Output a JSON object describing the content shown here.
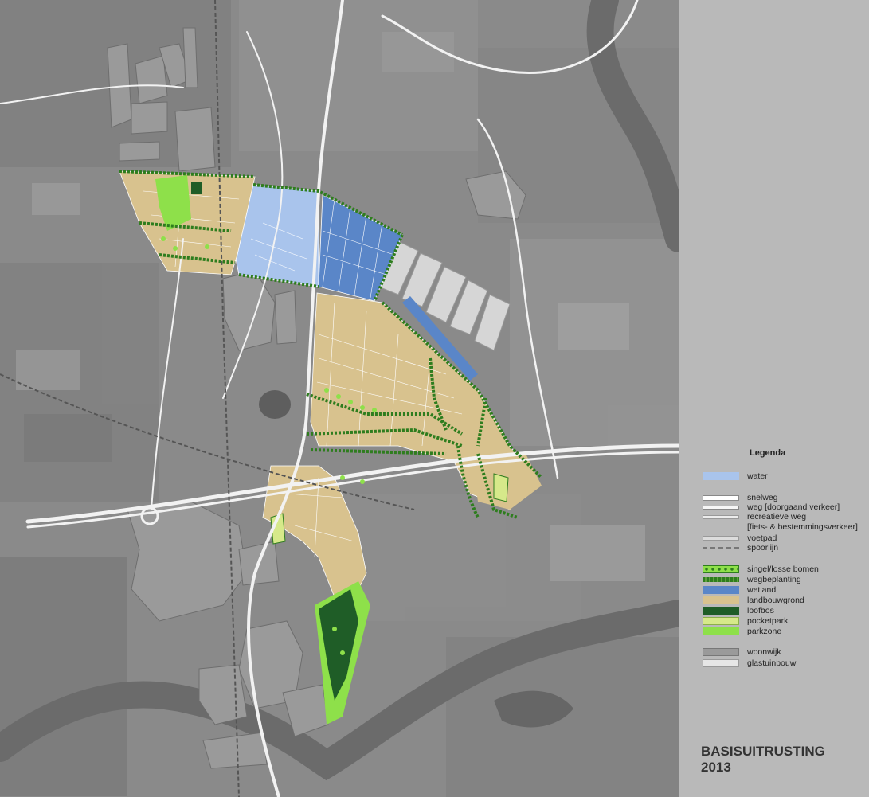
{
  "legend": {
    "title": "Legenda",
    "items": [
      {
        "key": "water",
        "label": "water",
        "color": "#a9c4ec"
      },
      {
        "key": "snelweg",
        "label": "snelweg",
        "color": "#ffffff"
      },
      {
        "key": "weg",
        "label": "weg [doorgaand verkeer]",
        "color": "#ffffff"
      },
      {
        "key": "recreatieve",
        "label": "recreatieve weg",
        "color": "#ececec"
      },
      {
        "key": "fiets",
        "label": "[fiets- & bestemmingsverkeer]"
      },
      {
        "key": "voetpad",
        "label": "voetpad",
        "color": "#dcdcdc"
      },
      {
        "key": "spoorlijn",
        "label": "spoorlijn",
        "color": "#777777"
      },
      {
        "key": "singel",
        "label": "singel/losse bomen",
        "color": "#8ee04a"
      },
      {
        "key": "wegbeplanting",
        "label": "wegbeplanting",
        "color": "#2e7d1e"
      },
      {
        "key": "wetland",
        "label": "wetland",
        "color": "#5a86c8"
      },
      {
        "key": "landbouwgrond",
        "label": "landbouwgrond",
        "color": "#d8c28e"
      },
      {
        "key": "loofbos",
        "label": "loofbos",
        "color": "#1f5d27"
      },
      {
        "key": "pocketpark",
        "label": "pocketpark",
        "color": "#d6e98a"
      },
      {
        "key": "parkzone",
        "label": "parkzone",
        "color": "#8ee04a"
      },
      {
        "key": "woonwijk",
        "label": "woonwijk",
        "color": "#9a9a9a"
      },
      {
        "key": "glastuinbouw",
        "label": "glastuinbouw",
        "color": "#e6e6e6"
      }
    ]
  },
  "title": {
    "line1": "BASISUITRUSTING",
    "line2": "2013"
  }
}
